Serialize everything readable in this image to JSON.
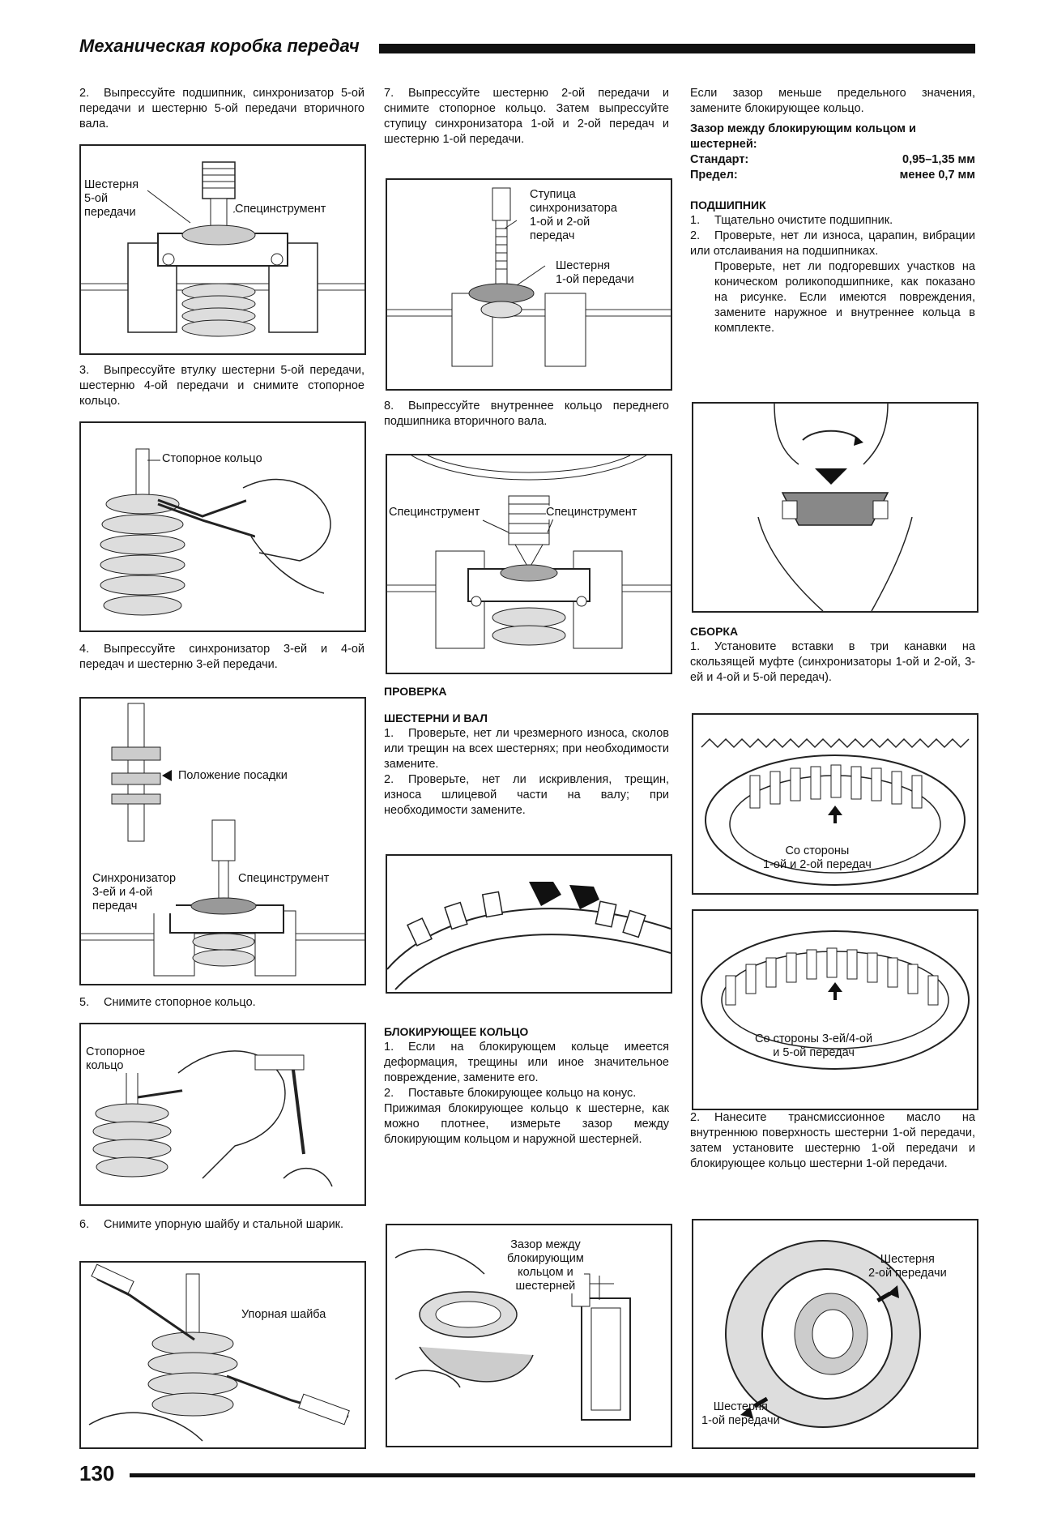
{
  "header": {
    "title": "Механическая коробка передач"
  },
  "footer": {
    "page_number": "130"
  },
  "col1": {
    "s2": {
      "num": "2.",
      "text": "Выпрессуйте подшипник, синхронизатор 5-ой передачи и шестерню 5-ой передачи вторичного вала."
    },
    "fig1": {
      "label_gear": "Шестерня\n5-ой\nпередачи",
      "label_tool": "Специнструмент"
    },
    "s3": {
      "num": "3.",
      "text": "Выпрессуйте втулку шестерни 5-ой передачи, шестерню 4-ой передачи и снимите стопорное кольцо."
    },
    "fig2": {
      "label_ring": "Стопорное кольцо"
    },
    "s4": {
      "num": "4.",
      "text": "Выпрессуйте синхронизатор 3-ей и 4-ой передач и шестерню 3-ей передачи."
    },
    "fig3": {
      "label_position": "Положение посадки",
      "label_sync": "Синхронизатор\n3-ей и 4-ой\nпередач",
      "label_tool": "Специнструмент"
    },
    "s5": {
      "num": "5.",
      "text": "Снимите стопорное кольцо."
    },
    "fig4": {
      "label_ring": "Стопорное\nкольцо"
    },
    "s6": {
      "num": "6.",
      "text": "Снимите упорную шайбу и стальной шарик."
    },
    "fig5": {
      "label_washer": "Упорная шайба"
    }
  },
  "col2": {
    "s7": {
      "num": "7.",
      "text": "Выпрессуйте шестерню 2-ой передачи и снимите стопорное кольцо. Затем выпрессуйте ступицу синхронизатора 1-ой и 2-ой передач и шестерню 1-ой передачи."
    },
    "fig6": {
      "label_hub": "Ступица\nсинхронизатора\n1-ой и 2-ой\nпередач",
      "label_gear": "Шестерня\n1-ой передачи"
    },
    "s8": {
      "num": "8.",
      "text": "Выпрессуйте внутреннее кольцо переднего подшипника вторичного вала."
    },
    "fig7": {
      "label_tool_left": "Специнструмент",
      "label_tool_right": "Специнструмент"
    },
    "inspection": "ПРОВЕРКА",
    "gears_shaft": "ШЕСТЕРНИ И ВАЛ",
    "g1": {
      "num": "1.",
      "text": "Проверьте, нет ли чрезмерного износа, сколов или трещин на всех шестернях; при необходимости замените."
    },
    "g2": {
      "num": "2.",
      "text": "Проверьте, нет ли искривления, трещин, износа шлицевой части на валу; при необходимости замените."
    },
    "blocking_ring": "БЛОКИРУЮЩЕЕ КОЛЬЦО",
    "b1": {
      "num": "1.",
      "text": "Если на блокирующем кольце имеется деформация, трещины или иное значительное повреждение, замените его."
    },
    "b2": {
      "num": "2.",
      "text": "Поставьте блокирующее кольцо на конус."
    },
    "b2_cont": "Прижимая блокирующее кольцо к шестерне, как можно плотнее, измерьте зазор между блокирующим кольцом и наружной шестерней.",
    "fig9": {
      "label_gap": "Зазор между\nблокирующим\nкольцом и\nшестерней"
    }
  },
  "col3": {
    "p1": "Если зазор меньше предельного значения, замените блокирующее кольцо.",
    "spec_title": "Зазор между блокирующим кольцом и шестерней:",
    "spec_std_label": "Стандарт:",
    "spec_std_value": "0,95–1,35 мм",
    "spec_lim_label": "Предел:",
    "spec_lim_value": "менее 0,7 мм",
    "bearing": "ПОДШИПНИК",
    "br1": {
      "num": "1.",
      "text": "Тщательно очистите подшипник."
    },
    "br2": {
      "num": "2.",
      "text": "Проверьте, нет ли износа, царапин, вибрации или отслаивания на подшипниках."
    },
    "br2_cont": "Проверьте, нет ли подгоревших участков на коническом роликоподшипнике, как показано на рисунке. Если имеются повреждения, замените наружное и внутреннее кольца в комплекте.",
    "assembly": "СБОРКА",
    "a1": {
      "num": "1.",
      "text": "Установите вставки в три канавки на скользящей муфте (синхронизаторы 1-ой и 2-ой, 3-ей и 4-ой и 5-ой передач)."
    },
    "fig11": {
      "label": "Со стороны\n1-ой и 2-ой передач"
    },
    "fig12": {
      "label": "Со стороны 3-ей/4-ой\nи 5-ой передач"
    },
    "a2": {
      "num": "2.",
      "text": "Нанесите трансмиссионное масло на внутреннюю поверхность шестерни 1-ой передачи, затем установите шестерню 1-ой передачи и блокирующее кольцо шестерни 1-ой передачи."
    },
    "fig13": {
      "label_gear2": "Шестерня\n2-ой передачи",
      "label_gear1": "Шестерня\n1-ой передачи"
    }
  }
}
